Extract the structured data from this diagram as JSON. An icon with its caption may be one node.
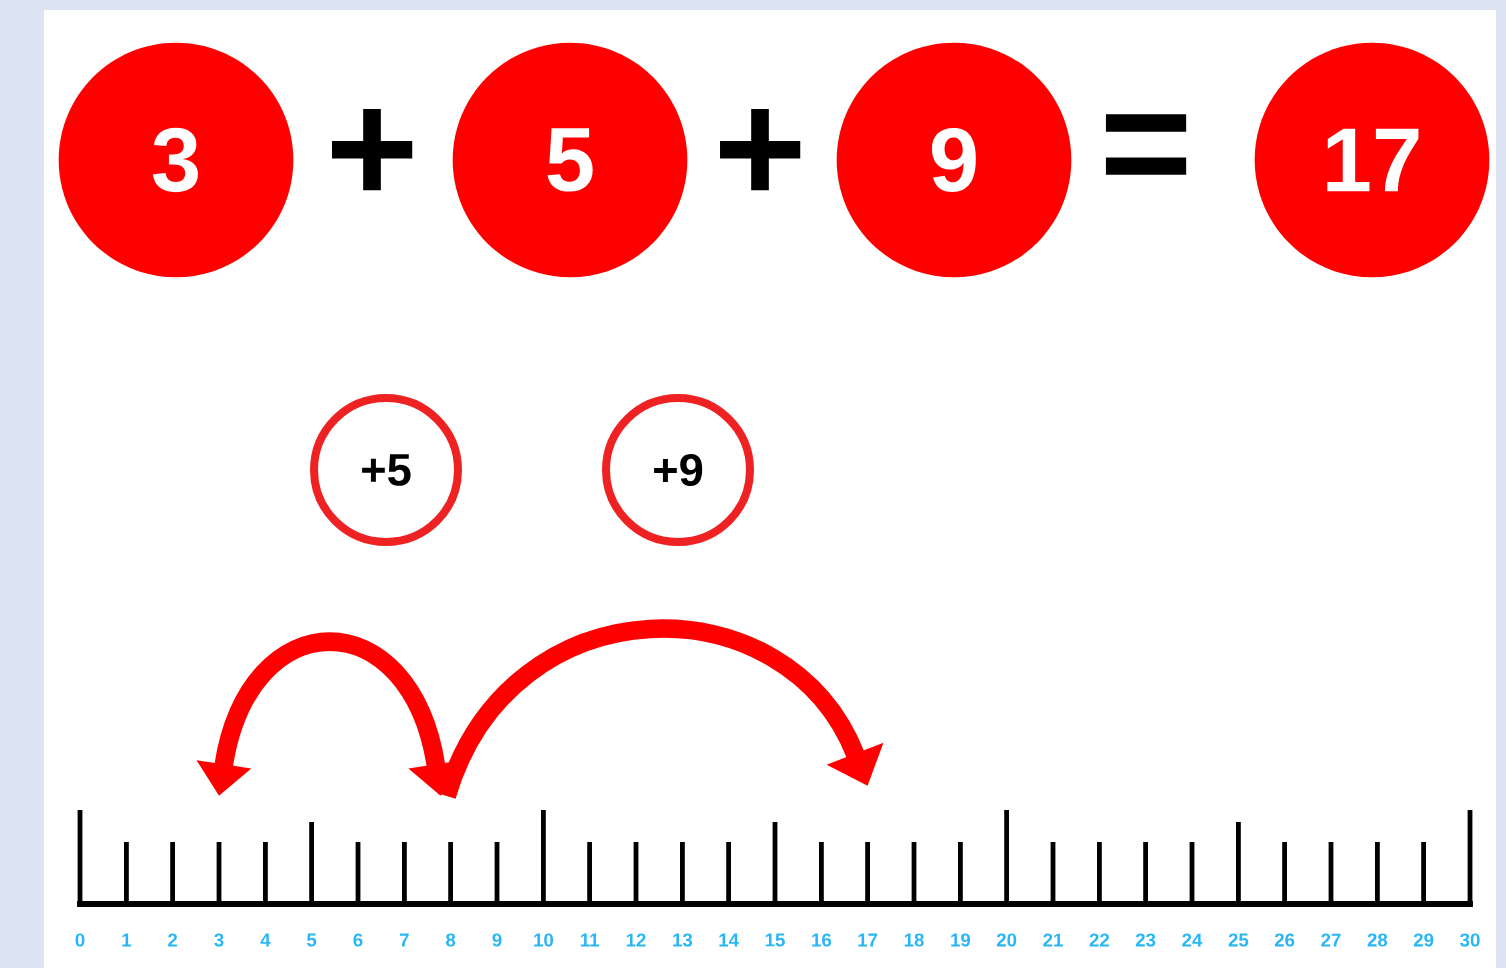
{
  "diagram": {
    "nodes": [
      {
        "text": [
          "3"
        ]
      },
      {
        "text": [
          "5"
        ]
      },
      {
        "text": [
          "9"
        ]
      },
      {
        "text": [
          "17"
        ]
      },
      {
        "text": [
          "+5"
        ]
      },
      {
        "text": [
          "+9"
        ]
      }
    ],
    "labels": [
      "+",
      "+",
      "=",
      "0",
      "1",
      "2",
      "3",
      "4",
      "5",
      "6",
      "7",
      "8",
      "9",
      "10",
      "11",
      "12",
      "13",
      "14",
      "15",
      "16",
      "17",
      "18",
      "19",
      "20",
      "21",
      "22",
      "23",
      "24",
      "25",
      "26",
      "27",
      "28",
      "29",
      "30"
    ]
  }
}
